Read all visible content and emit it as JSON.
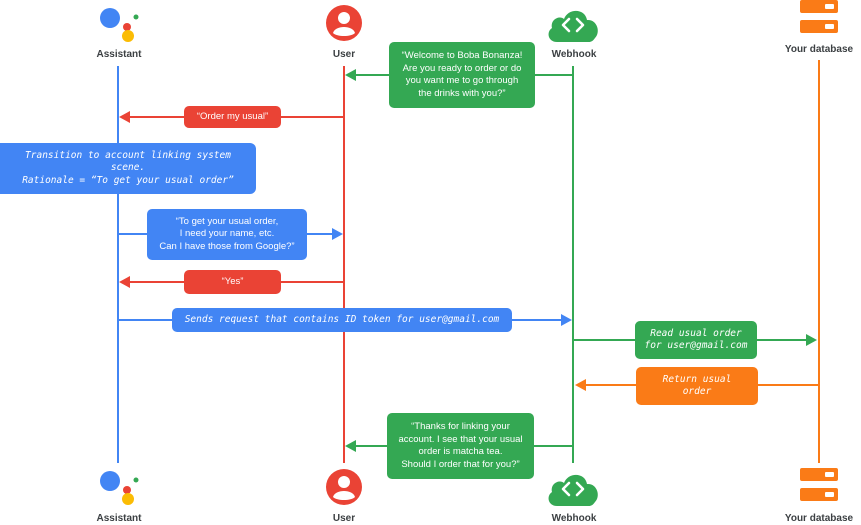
{
  "actors": {
    "assistant": "Assistant",
    "user": "User",
    "webhook": "Webhook",
    "database": "Your database"
  },
  "icons": {
    "assistant": "google-assistant-icon",
    "user": "user-avatar-icon",
    "webhook": "webhook-cloud-code-icon",
    "database": "database-server-icon"
  },
  "colors": {
    "assistant": "#4285f4",
    "user": "#ea4335",
    "webhook": "#34a853",
    "database": "#fa7b17"
  },
  "messages": [
    {
      "text": "“Welcome to Boba Bonanza!\nAre you ready to order or do\nyou want me to go through\nthe drinks with you?”"
    },
    {
      "text": "“Order my usual”"
    },
    {
      "text": "Transition to account linking system scene.\nRationale = “To get your usual order”"
    },
    {
      "text": "“To get your usual order,\nI need your name, etc.\nCan I have those from Google?”"
    },
    {
      "text": "“Yes”"
    },
    {
      "text": "Sends request that contains ID token for user@gmail.com"
    },
    {
      "text": "Read usual order\nfor user@gmail.com"
    },
    {
      "text": "Return usual\norder"
    },
    {
      "text": "“Thanks for linking your\naccount. I see that your usual\norder is matcha tea.\nShould I order that for you?”"
    }
  ]
}
